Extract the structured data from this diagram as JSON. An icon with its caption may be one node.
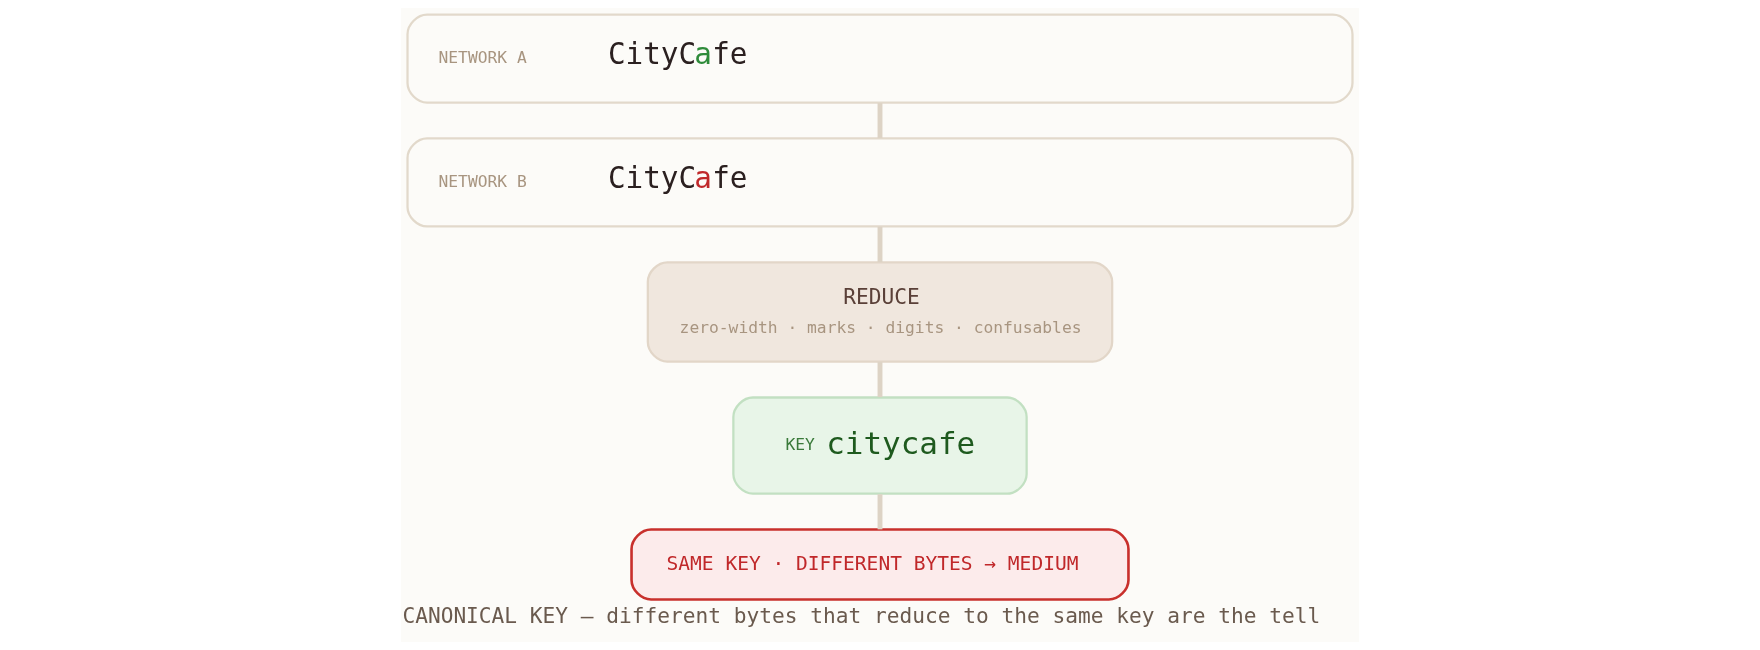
{
  "diagram": {
    "caption": "CANONICAL KEY — different bytes that reduce to the same key are the tell",
    "nodes": [
      {
        "text": [
          "NETWORK A",
          "CityCafe"
        ]
      },
      {
        "text": [
          "NETWORK B",
          "CityCаfe"
        ]
      },
      {
        "text": [
          "REDUCE",
          "zero-width · marks · digits · confusables"
        ]
      },
      {
        "text": [
          "KEY",
          "citycafe"
        ]
      },
      {
        "text": [
          "SAME KEY · DIFFERENT BYTES → MEDIUM"
        ]
      }
    ],
    "edges": [
      {
        "from": 0,
        "to": 1,
        "arrow": "none"
      },
      {
        "from": 1,
        "to": 2,
        "arrow": "none"
      },
      {
        "from": 2,
        "to": 3,
        "arrow": "none"
      },
      {
        "from": 3,
        "to": 4,
        "arrow": "none"
      }
    ]
  }
}
